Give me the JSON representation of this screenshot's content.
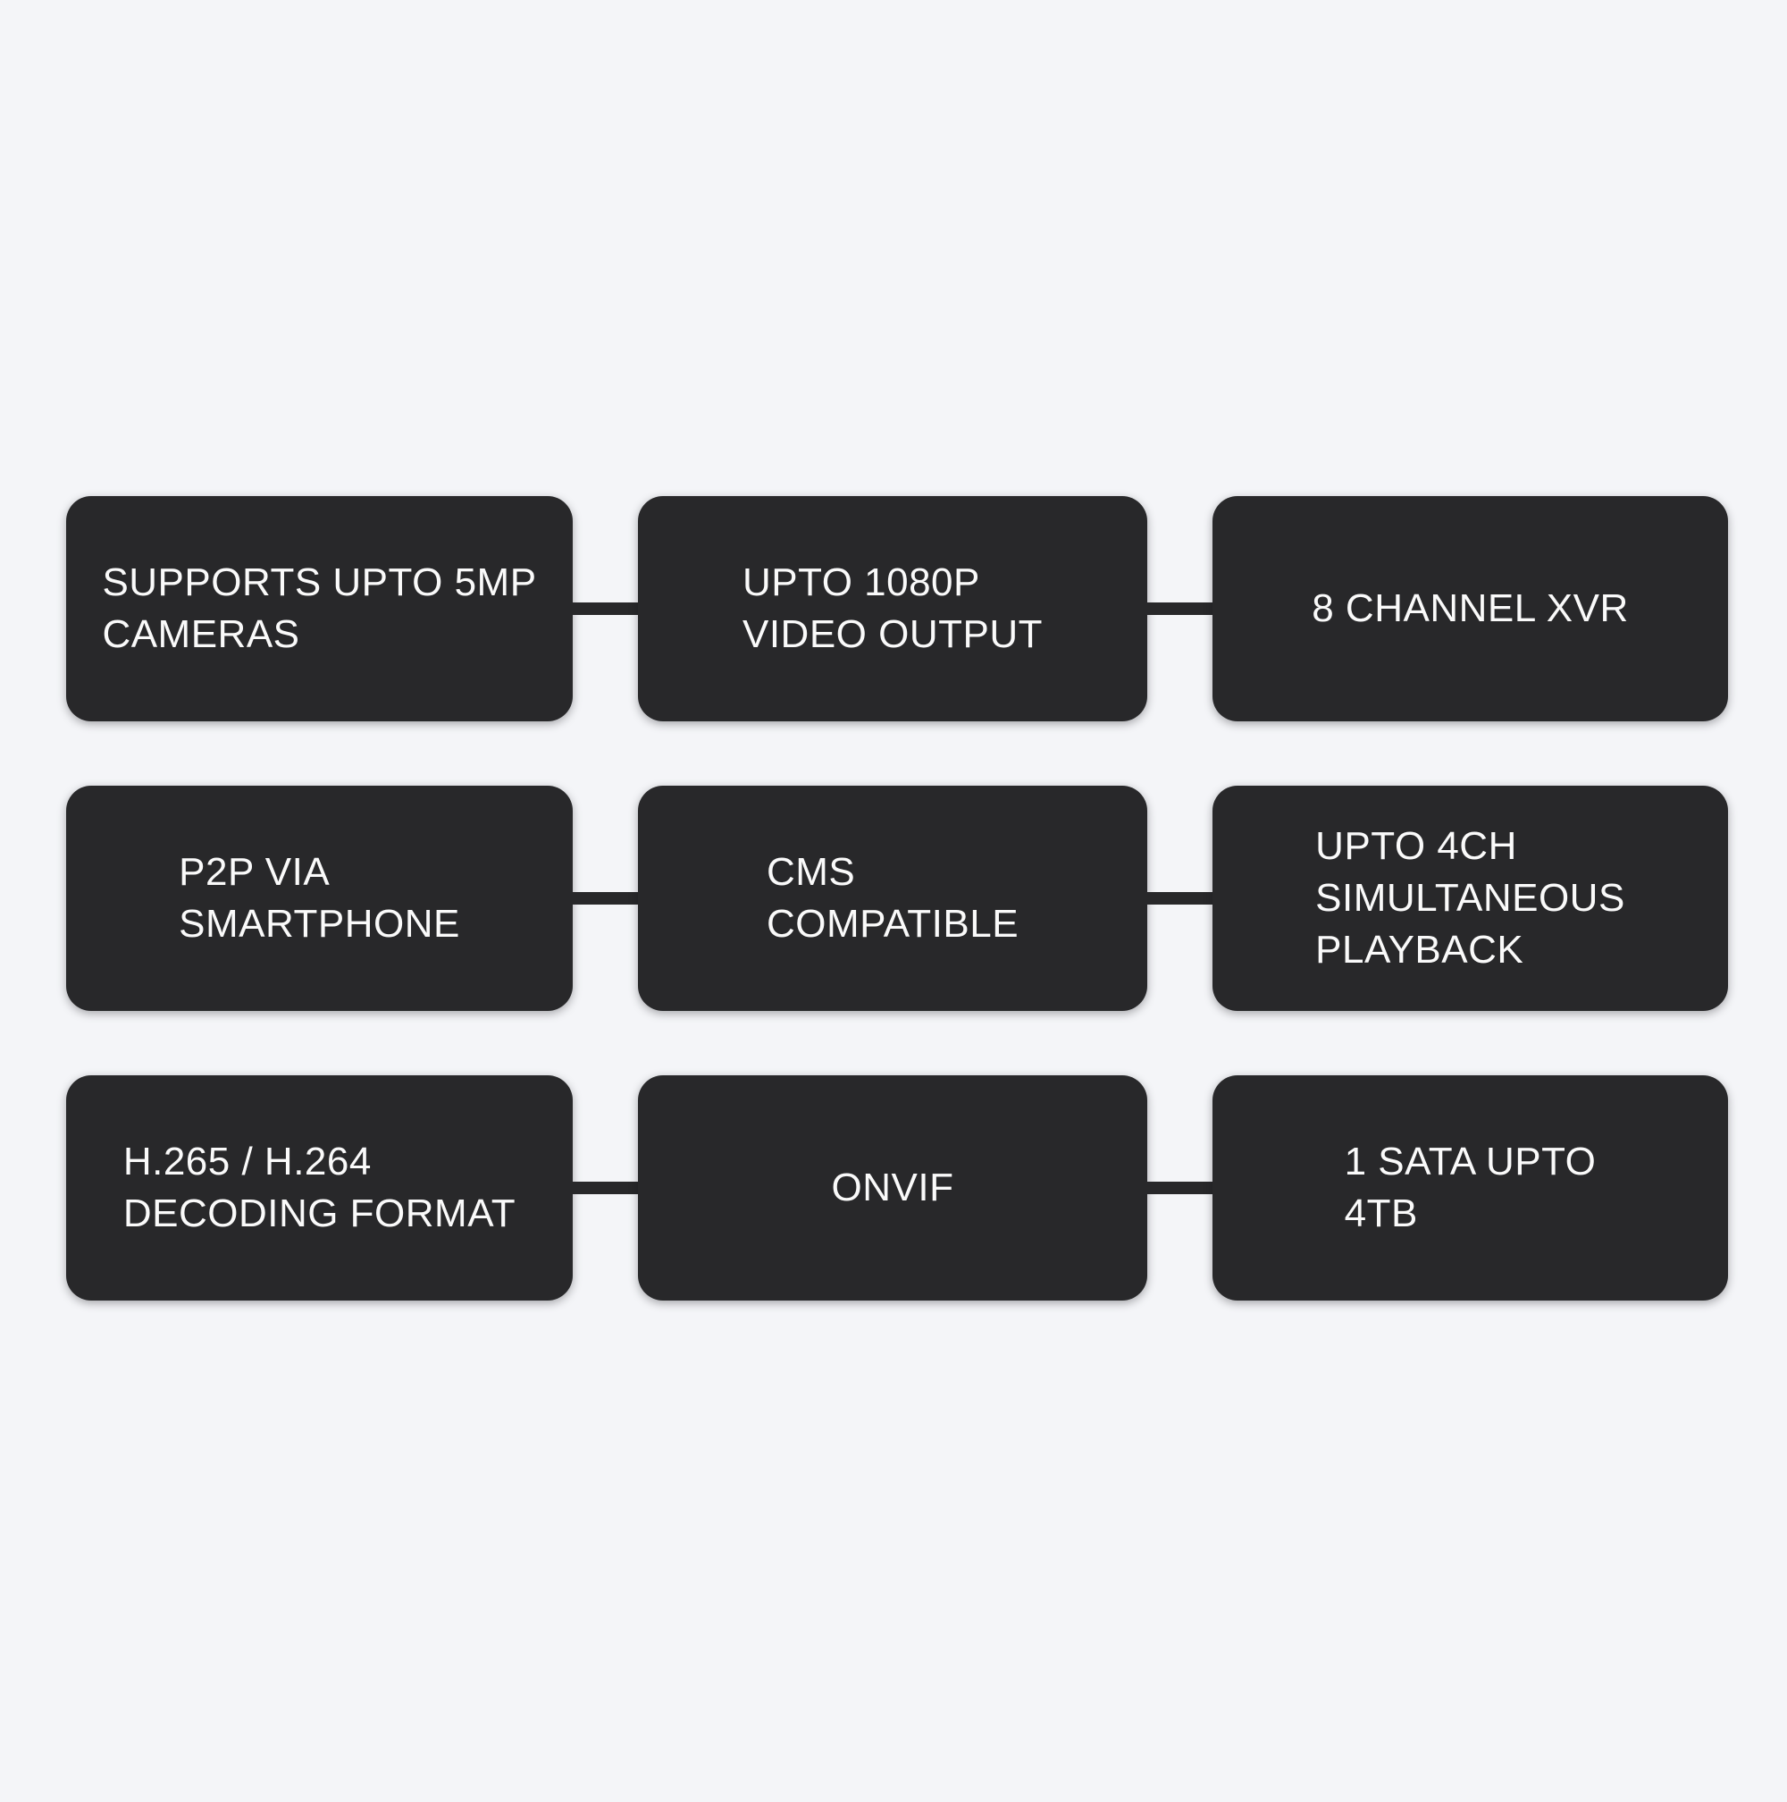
{
  "canvas": {
    "background_color": "#f4f5f8",
    "node_color": "#28282a",
    "text_color": "#fafafa"
  },
  "diagram": {
    "type": "feature-grid",
    "rows": [
      {
        "nodes": [
          {
            "label": "SUPPORTS UPTO 5MP\nCAMERAS"
          },
          {
            "label": "UPTO 1080P\nVIDEO OUTPUT"
          },
          {
            "label": "8 CHANNEL XVR"
          }
        ]
      },
      {
        "nodes": [
          {
            "label": "P2P VIA\nSMARTPHONE"
          },
          {
            "label": "CMS\nCOMPATIBLE"
          },
          {
            "label": "UPTO 4CH\nSIMULTANEOUS\nPLAYBACK"
          }
        ]
      },
      {
        "nodes": [
          {
            "label": "H.265 / H.264\nDECODING FORMAT"
          },
          {
            "label": "ONVIF"
          },
          {
            "label": "1 SATA UPTO\n4TB"
          }
        ]
      }
    ]
  }
}
